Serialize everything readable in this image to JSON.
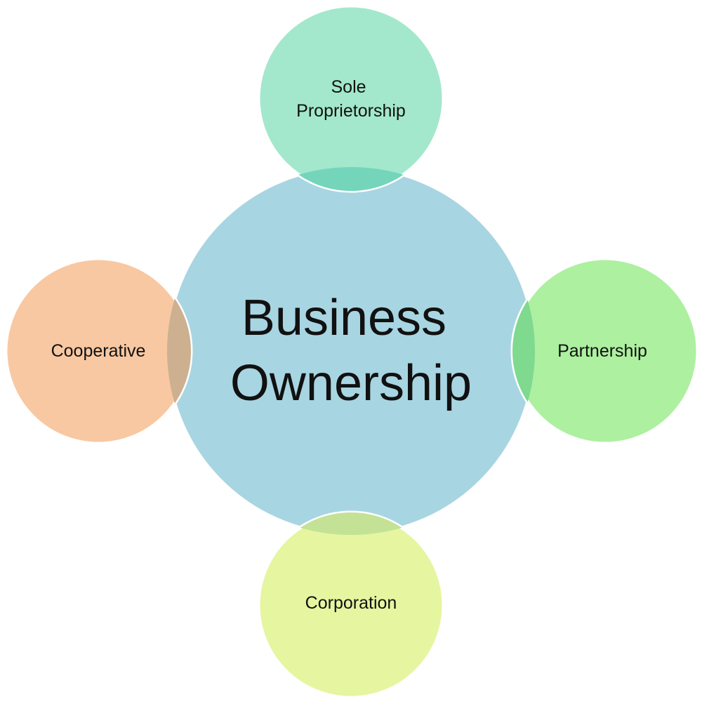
{
  "diagram": {
    "center": {
      "lines": [
        "Business",
        "Ownership"
      ],
      "color": "#a8d5e2"
    },
    "nodes": [
      {
        "id": "sole-proprietorship",
        "lines": [
          "Sole",
          "Proprietorship"
        ],
        "color": "#a3e8cc",
        "overlap_color": "#74d5bb"
      },
      {
        "id": "partnership",
        "lines": [
          "Partnership"
        ],
        "color": "#adf0a0",
        "overlap_color": "#7fd98f"
      },
      {
        "id": "corporation",
        "lines": [
          "Corporation"
        ],
        "color": "#e6f5a0",
        "overlap_color": "#c3e296"
      },
      {
        "id": "cooperative",
        "lines": [
          "Cooperative"
        ],
        "color": "#f8c8a2",
        "overlap_color": "#cdb090"
      }
    ]
  }
}
